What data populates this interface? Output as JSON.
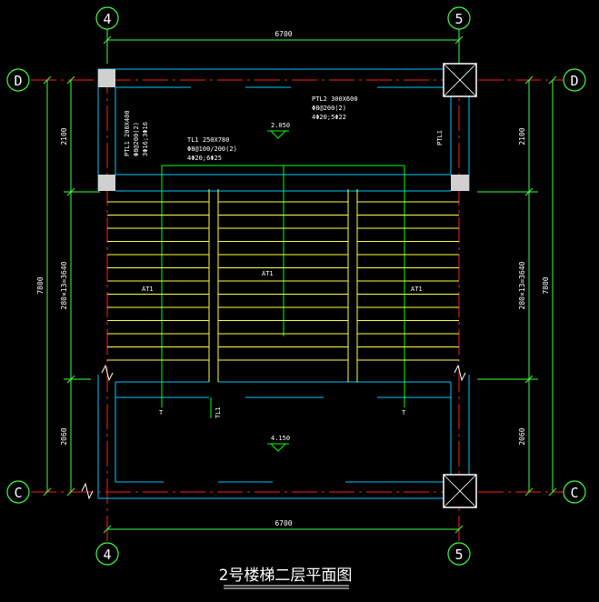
{
  "title": "2号楼梯二层平面图",
  "axes": {
    "top_left": "4",
    "top_right": "5",
    "bottom_left": "4",
    "bottom_right": "5",
    "left_top": "D",
    "left_bottom": "C",
    "right_top": "D",
    "right_bottom": "C"
  },
  "dims": {
    "top_width": "6700",
    "bottom_width": "6700",
    "left_total": "7800",
    "right_total": "7800",
    "left_seg1": "2100",
    "left_seg2": "280×13=3640",
    "left_seg3": "2060",
    "right_seg1": "2100",
    "right_seg2": "280×13=3640",
    "right_seg3": "2060"
  },
  "levels": {
    "upper": "2.050",
    "lower": "4.150"
  },
  "labels": {
    "ptl2_line1": "PTL2 300X600",
    "ptl2_line2": "Φ8@200(2)",
    "ptl2_line3": "4Φ20;5Φ22",
    "ptl1_right": "PTL1",
    "ptl1_left_line1": "PTL1 200X400",
    "ptl1_left_line2": "Φ8@200(2)",
    "ptl1_left_line3": "3Φ16;3Φ16",
    "tl1_line1": "TL1 250X780",
    "tl1_line2": "Φ8@100/200(2)",
    "tl1_line3": "4Φ20;6Φ25",
    "at1_left": "AT1",
    "at1_center": "AT1",
    "at1_right": "AT1",
    "tl1_bottom": "TL1",
    "sec_left": "T",
    "sec_right": "T"
  },
  "colors": {
    "background": "#000000",
    "axis_line": "#ff2020",
    "wall": "#00c8ff",
    "beam": "#00ff00",
    "stair": "#ffff40",
    "dimension": "#40ff40",
    "text": "#ffffff"
  }
}
